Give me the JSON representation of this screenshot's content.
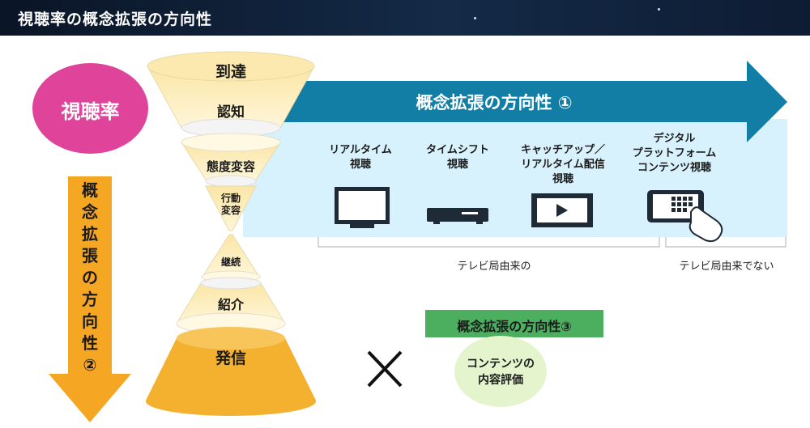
{
  "header": {
    "title": "視聴率の概念拡張の方向性"
  },
  "rating_circle": {
    "label": "視聴率",
    "color": "#e0449a"
  },
  "vertical_arrow": {
    "label_lines": [
      "概",
      "念",
      "拡",
      "張",
      "の",
      "方",
      "向",
      "性",
      "②"
    ],
    "color": "#f5a623"
  },
  "funnel": {
    "stages": [
      "到達",
      "認知",
      "態度変容",
      "行動\n変容",
      "継続",
      "紹介",
      "発信"
    ]
  },
  "arrow1": {
    "label": "概念拡張の方向性 ①",
    "color": "#127ea6"
  },
  "viewing_types": [
    {
      "label": "リアルタイム\n視聴",
      "icon": "tv-icon"
    },
    {
      "label": "タイムシフト\n視聴",
      "icon": "recorder-icon"
    },
    {
      "label": "キャッチアップ／\nリアルタイム配信\n視聴",
      "icon": "play-screen-icon"
    },
    {
      "label": "デジタル\nプラットフォーム\nコンテンツ視聴",
      "icon": "smartphone-icon"
    }
  ],
  "brackets": {
    "tv_origin": "テレビ局由来の",
    "non_tv_origin": "テレビ局由来でない"
  },
  "multiply_symbol": "×",
  "arrow3": {
    "label": "概念拡張の方向性③",
    "color": "#4caf60"
  },
  "content_eval": {
    "label": "コンテンツの\n内容評価"
  }
}
